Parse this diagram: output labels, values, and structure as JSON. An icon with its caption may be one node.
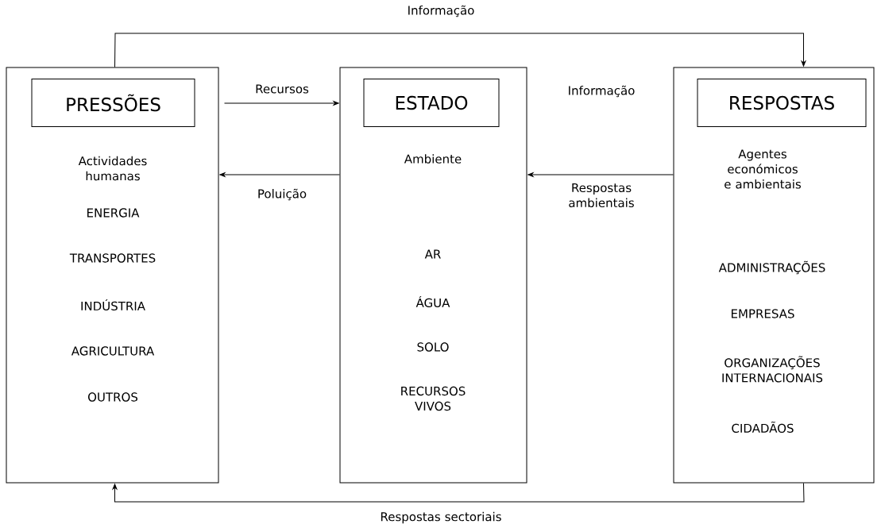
{
  "diagram": {
    "nodes": [
      {
        "text": [
          "Actividades humanas",
          "ENERGIA",
          "TRANSPORTES",
          "INDÚSTRIA",
          "AGRICULTURA",
          "OUTROS"
        ]
      },
      {
        "text": [
          "PRESSÕES"
        ],
        "in": 0
      },
      {
        "text": [
          "Ambiente",
          "AR",
          "ÁGUA",
          "SOLO",
          "RECURSOS VIVOS"
        ]
      },
      {
        "text": [
          "ESTADO"
        ],
        "in": 2
      },
      {
        "text": [
          "Agentes económicos e ambientais",
          "ADMINISTRAÇÕES",
          "EMPRESAS",
          "ORGANIZAÇÕES INTERNACIONAIS",
          "CIDADÃOS"
        ]
      },
      {
        "text": [
          "RESPOSTAS"
        ],
        "in": 4
      }
    ],
    "edges": [
      {
        "from": 0,
        "to": 2,
        "arrow": "to",
        "label": "Recursos"
      },
      {
        "from": 2,
        "to": 0,
        "arrow": "to",
        "label": "Poluição"
      },
      {
        "from": 4,
        "to": 2,
        "arrow": "to",
        "label": "Respostas ambientais"
      },
      {
        "from": 0,
        "to": 4,
        "arrow": "to",
        "label": "Informação"
      },
      {
        "from": 4,
        "to": 0,
        "arrow": "to",
        "label": "Respostas sectoriais"
      }
    ],
    "labels": [
      "Informação"
    ]
  }
}
